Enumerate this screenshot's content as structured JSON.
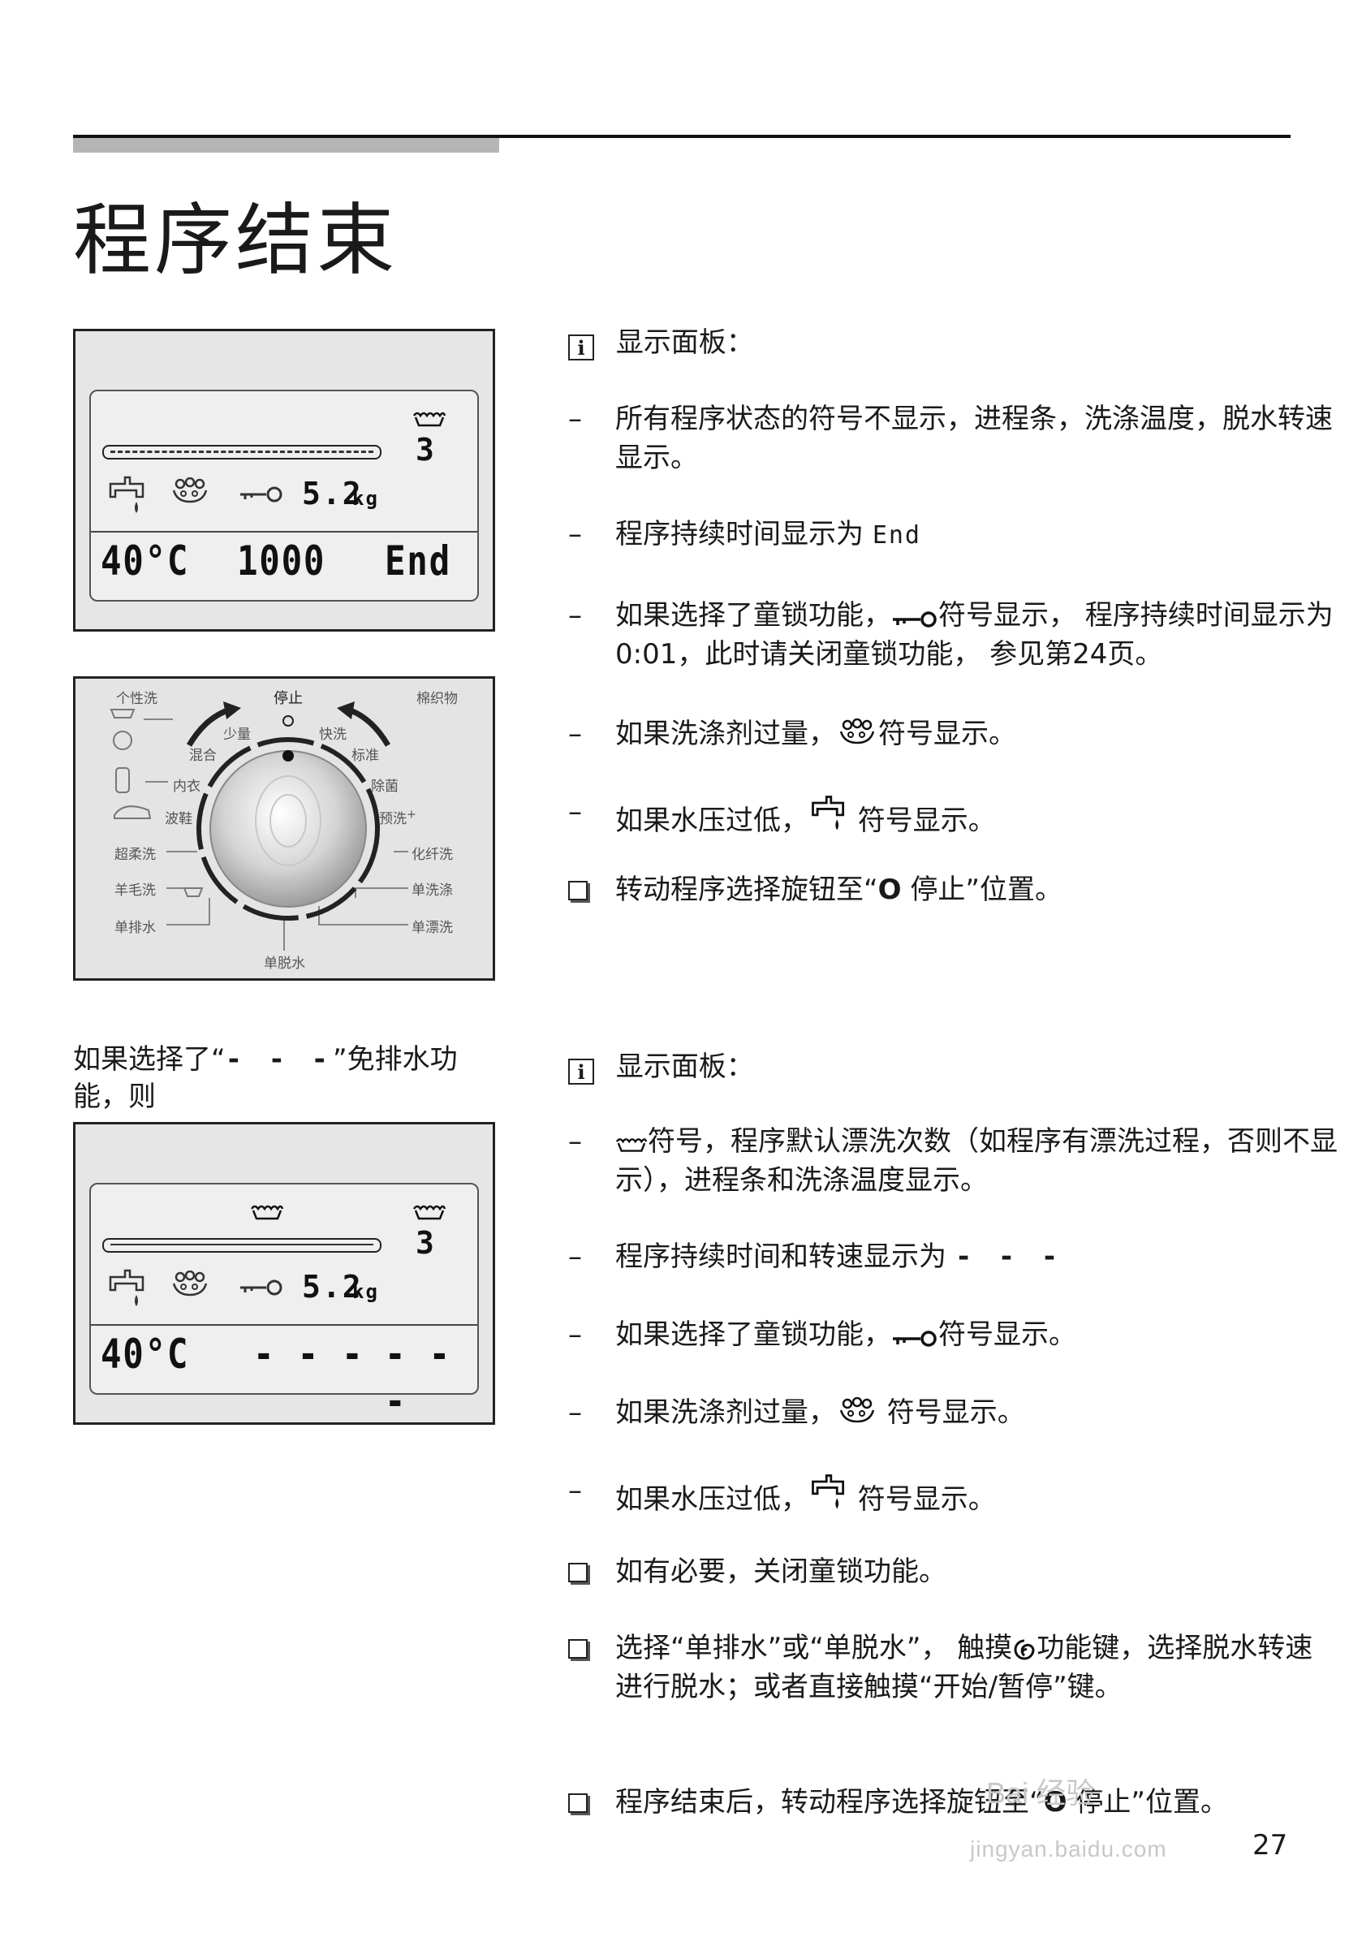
{
  "page": {
    "title": "程序结束",
    "page_number": "27"
  },
  "lcd1": {
    "rinse_count": "3",
    "load": "5.2",
    "load_unit": "kg",
    "temperature": "40°C",
    "spin": "1000",
    "time": "End"
  },
  "dial": {
    "top_left": "个性洗",
    "top_center": "停止",
    "top_right": "棉织物",
    "left": [
      "少量",
      "混合",
      "内衣",
      "波鞋",
      "超柔洗",
      "羊毛洗",
      "单排水"
    ],
    "right": [
      "快洗",
      "标准",
      "除菌",
      "预洗",
      "化纤洗",
      "单洗涤",
      "单漂洗"
    ],
    "bottom": "单脱水",
    "prewash_suffix": "+"
  },
  "section1": {
    "header": "显示面板：",
    "items": [
      {
        "marker": "–",
        "text": "所有程序状态的符号不显示，进程条，洗涤温度，脱水转速显示。"
      },
      {
        "marker": "–",
        "text_before": "程序持续时间显示为",
        "glyph": "End"
      },
      {
        "marker": "–",
        "text_before": "如果选择了童锁功能，",
        "text_after": "符号显示， 程序持续时间显示为0:01，此时请关闭童锁功能， 参见第24页。"
      },
      {
        "marker": "–",
        "text_before": "如果洗涤剂过量，",
        "text_after": "符号显示。"
      },
      {
        "marker": "–",
        "text_before": "如果水压过低，",
        "text_after": " 符号显示。"
      },
      {
        "marker": "checkbox",
        "text_before": "转动程序选择旋钮至“",
        "glyph": "O",
        "text_after": " 停止”位置。"
      }
    ]
  },
  "section2_heading": {
    "before": "如果选择了“",
    "glyph": "- - -",
    "after": "”免排水功能，则"
  },
  "lcd2": {
    "rinse_count": "3",
    "load": "5.2",
    "load_unit": "kg",
    "temperature": "40°C",
    "spin": "- - -",
    "time": "- - -"
  },
  "section2": {
    "header": "显示面板：",
    "items": [
      {
        "marker": "–",
        "text_after": "符号，程序默认漂洗次数（如程序有漂洗过程，否则不显示），进程条和洗涤温度显示。"
      },
      {
        "marker": "–",
        "text_before": "程序持续时间和转速显示为",
        "glyph": "- - -"
      },
      {
        "marker": "–",
        "text_before": "如果选择了童锁功能，",
        "text_after": "符号显示。"
      },
      {
        "marker": "–",
        "text_before": "如果洗涤剂过量，",
        "text_after": " 符号显示。"
      },
      {
        "marker": "–",
        "text_before": "如果水压过低，",
        "text_after": " 符号显示。"
      },
      {
        "marker": "checkbox",
        "text": "如有必要，关闭童锁功能。"
      },
      {
        "marker": "checkbox",
        "text_before": "选择“单排水”或“单脱水”， 触摸",
        "text_after": "功能键，选择脱水转速进行脱水；或者直接触摸“开始/暂停”键。"
      },
      {
        "marker": "checkbox",
        "text_before": "程序结束后，转动程序选择旋钮至“",
        "glyph": "O",
        "text_after": " 停止”位置。"
      }
    ]
  },
  "watermark": {
    "brand": "Bai 经验",
    "url": "jingyan.baidu.com"
  }
}
